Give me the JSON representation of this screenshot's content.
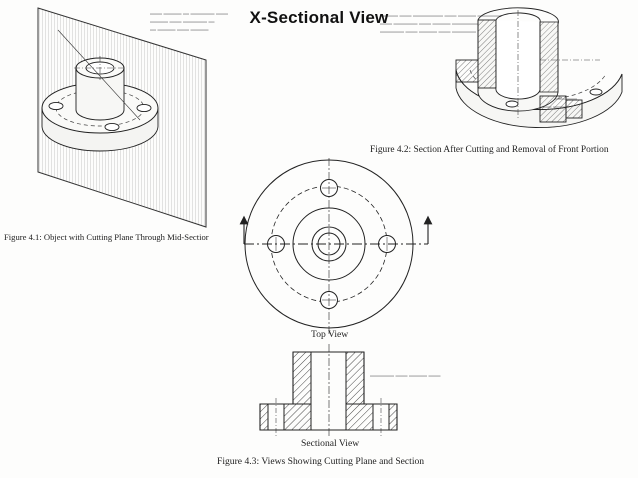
{
  "slide": {
    "title": "X-Sectional View"
  },
  "figures": {
    "fig1": {
      "caption": "Figure 4.1:  Object with Cutting Plane Through Mid-Sectior"
    },
    "fig2": {
      "caption": "Figure 4.2: Section After Cutting and Removal of Front Portion"
    },
    "fig3": {
      "caption": "Figure 4.3: Views Showing Cutting Plane and Section",
      "top_view_label": "Top View",
      "sectional_view_label": "Sectional View"
    }
  }
}
